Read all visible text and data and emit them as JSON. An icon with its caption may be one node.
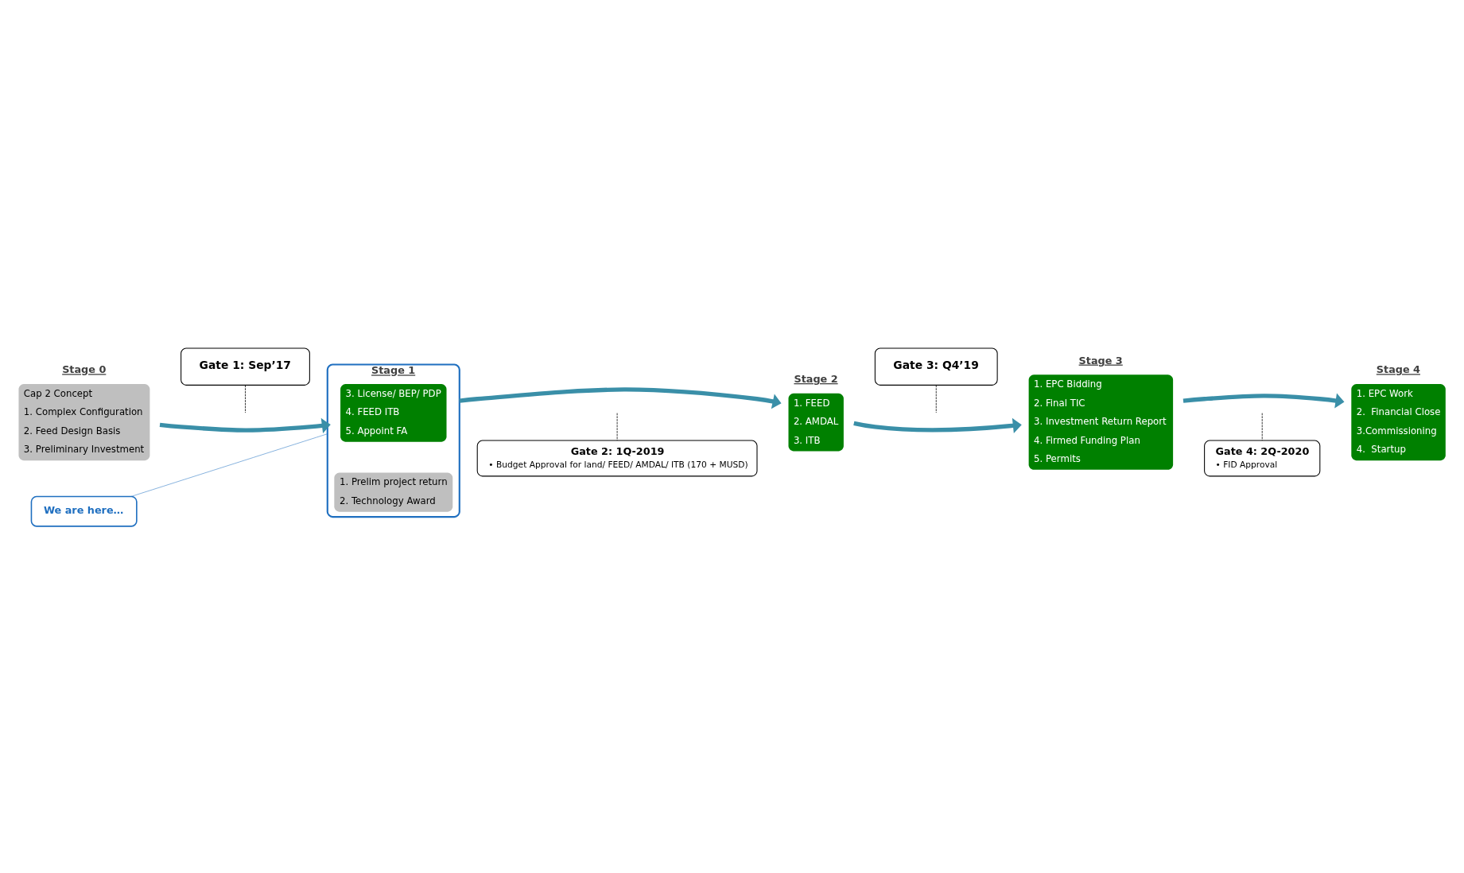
{
  "diagram": {
    "nodes": [
      {
        "text": [
          "Gate 1: Sep’17"
        ]
      },
      {
        "text": [
          "Gate 3: Q4’19"
        ]
      },
      {
        "text": [
          "Stage 0",
          "Cap 2 Concept",
          "1. Complex Configuration",
          "2. Feed Design Basis",
          "3. Preliminary Investment"
        ]
      },
      {
        "text": [
          "Stage 1"
        ]
      },
      {
        "text": [
          "1. Prelim project return",
          "2. Technology Award"
        ],
        "in": 3
      },
      {
        "text": [
          "3. License/ BEP/ PDP",
          "4. FEED ITB",
          "5. Appoint FA"
        ],
        "in": 3
      },
      {
        "text": [
          "Stage 2",
          "1. FEED",
          "2. AMDAL",
          "3. ITB"
        ]
      },
      {
        "text": [
          "Stage 3",
          "1. EPC Bidding",
          "2. Final TIC",
          "3. Investment Return Report",
          "4. Firmed Funding Plan",
          "5. Permits"
        ]
      },
      {
        "text": [
          "Stage 4",
          "1. EPC Work",
          "2.  Financial Close",
          "3.Commissioning",
          "4.  Startup"
        ]
      },
      {
        "text": [
          "We are here…"
        ]
      },
      {
        "text": [
          "Gate 2: 1Q-2019",
          "• Budget Approval for land/ FEED/ AMDAL/ ITB (170 + MUSD)"
        ]
      },
      {
        "text": [
          "Gate 4: 2Q-2020",
          "• FID Approval"
        ]
      }
    ],
    "edges": [
      {
        "from": 2,
        "to": 3,
        "arrow": "to",
        "style": "thick",
        "color": "#3a8fa8"
      },
      {
        "from": 3,
        "to": 6,
        "arrow": "to",
        "style": "thick",
        "color": "#3a8fa8"
      },
      {
        "from": 6,
        "to": 7,
        "arrow": "to",
        "style": "thick",
        "color": "#3a8fa8"
      },
      {
        "from": 7,
        "to": 8,
        "arrow": "to",
        "style": "thick",
        "color": "#3a8fa8"
      },
      {
        "from": 0,
        "to": null,
        "arrow": "none",
        "style": "dashed",
        "color": "#000000"
      },
      {
        "from": 1,
        "to": null,
        "arrow": "none",
        "style": "dashed",
        "color": "#000000"
      },
      {
        "from": 10,
        "to": null,
        "arrow": "none",
        "style": "dashed",
        "color": "#000000"
      },
      {
        "from": 11,
        "to": null,
        "arrow": "none",
        "style": "dashed",
        "color": "#000000"
      },
      {
        "from": 9,
        "to": 3,
        "arrow": "none",
        "color": "#1f6fc0"
      }
    ]
  }
}
